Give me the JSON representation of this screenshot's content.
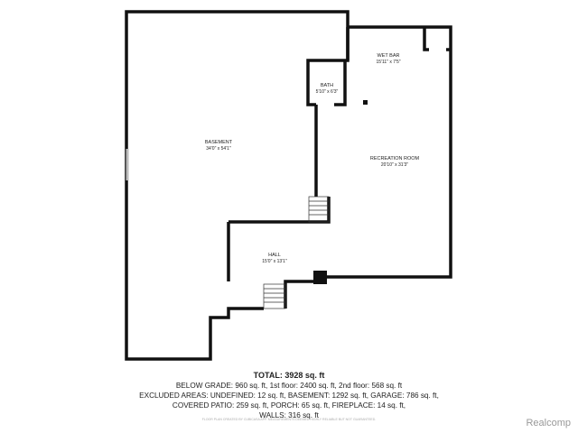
{
  "rooms": [
    {
      "name": "BASEMENT",
      "dims": "34'0\" x 54'1\""
    },
    {
      "name": "WET BAR",
      "dims": "15'11\" x 7'5\""
    },
    {
      "name": "BATH",
      "dims": "5'10\" x 6'3\""
    },
    {
      "name": "RECREATION ROOM",
      "dims": "20'10\" x 31'3\""
    },
    {
      "name": "HALL",
      "dims": "15'0\" x 13'1\""
    }
  ],
  "summary": {
    "total": "TOTAL: 3928 sq. ft",
    "lines": [
      "BELOW GRADE: 960 sq. ft, 1st floor: 2400 sq. ft, 2nd floor: 568 sq. ft",
      "EXCLUDED AREAS: UNDEFINED: 12 sq. ft, BASEMENT: 1292 sq. ft, GARAGE: 786 sq. ft,",
      "COVERED PATIO: 259 sq. ft, PORCH: 65 sq. ft, FIREPLACE: 14 sq. ft,",
      "WALLS: 316 sq. ft"
    ],
    "fine_print": "FLOOR PLAN CREATED BY CUBICASA APP. MEASUREMENTS DEEMED HIGHLY RELIABLE BUT NOT GUARANTEED."
  },
  "logo": "Realcomp"
}
